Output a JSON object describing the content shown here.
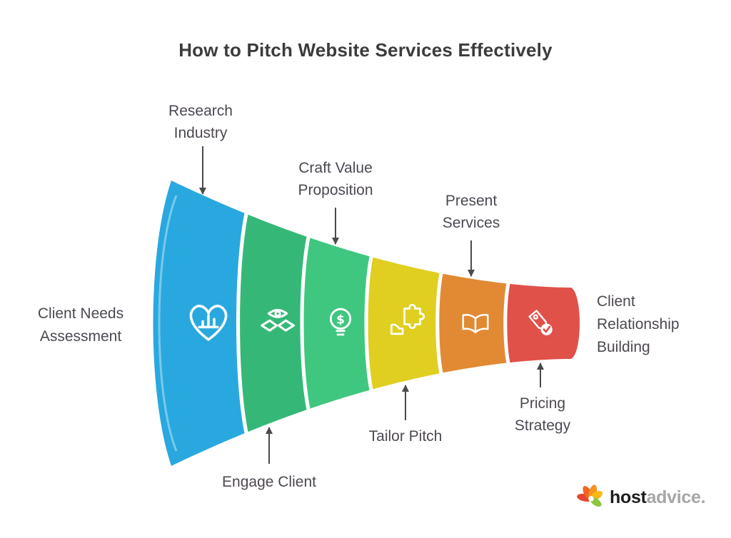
{
  "title": "How to Pitch Website Services Effectively",
  "funnel": {
    "segments": [
      {
        "label": "Research Industry",
        "color": "#29A8DF",
        "icon": "heart-chart-icon",
        "callout": "top"
      },
      {
        "label": "Engage Client",
        "color": "#35B877",
        "icon": "eye-handshake-icon",
        "callout": "bottom"
      },
      {
        "label": "Craft Value Proposition",
        "color": "#3FC77F",
        "icon": "lightbulb-dollar-icon",
        "callout": "top"
      },
      {
        "label": "Tailor Pitch",
        "color": "#E0CE20",
        "icon": "puzzle-boot-icon",
        "callout": "bottom"
      },
      {
        "label": "Present Services",
        "color": "#E18A33",
        "icon": "book-icon",
        "callout": "top"
      },
      {
        "label": "Pricing Strategy",
        "color": "#E0514A",
        "icon": "price-tag-icon",
        "callout": "bottom"
      }
    ],
    "left_label": "Client Needs Assessment",
    "right_label": "Client Relationship Building",
    "arrow_color": "#4a4a4a"
  },
  "logo": {
    "text_bold": "host",
    "text_light": "advice."
  }
}
